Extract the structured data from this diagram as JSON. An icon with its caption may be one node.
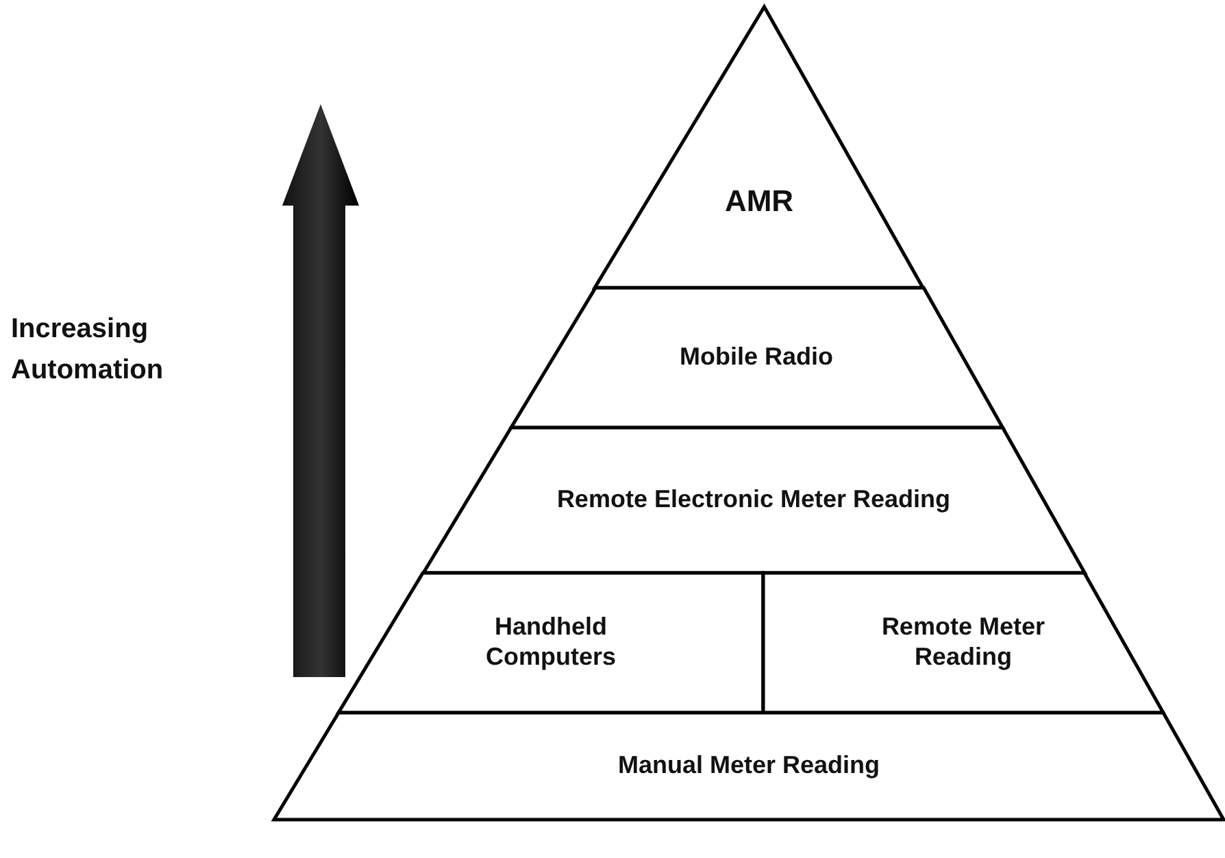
{
  "diagram": {
    "nodes": [
      {
        "text": [
          "AMR"
        ]
      },
      {
        "text": [
          "Mobile Radio"
        ]
      },
      {
        "text": [
          "Remote Electronic Meter Reading"
        ]
      },
      {
        "text": [
          "Handheld Computers"
        ]
      },
      {
        "text": [
          "Remote Meter Reading"
        ]
      },
      {
        "text": [
          "Manual Meter Reading"
        ]
      }
    ],
    "labels": [
      "Increasing Automation"
    ]
  }
}
